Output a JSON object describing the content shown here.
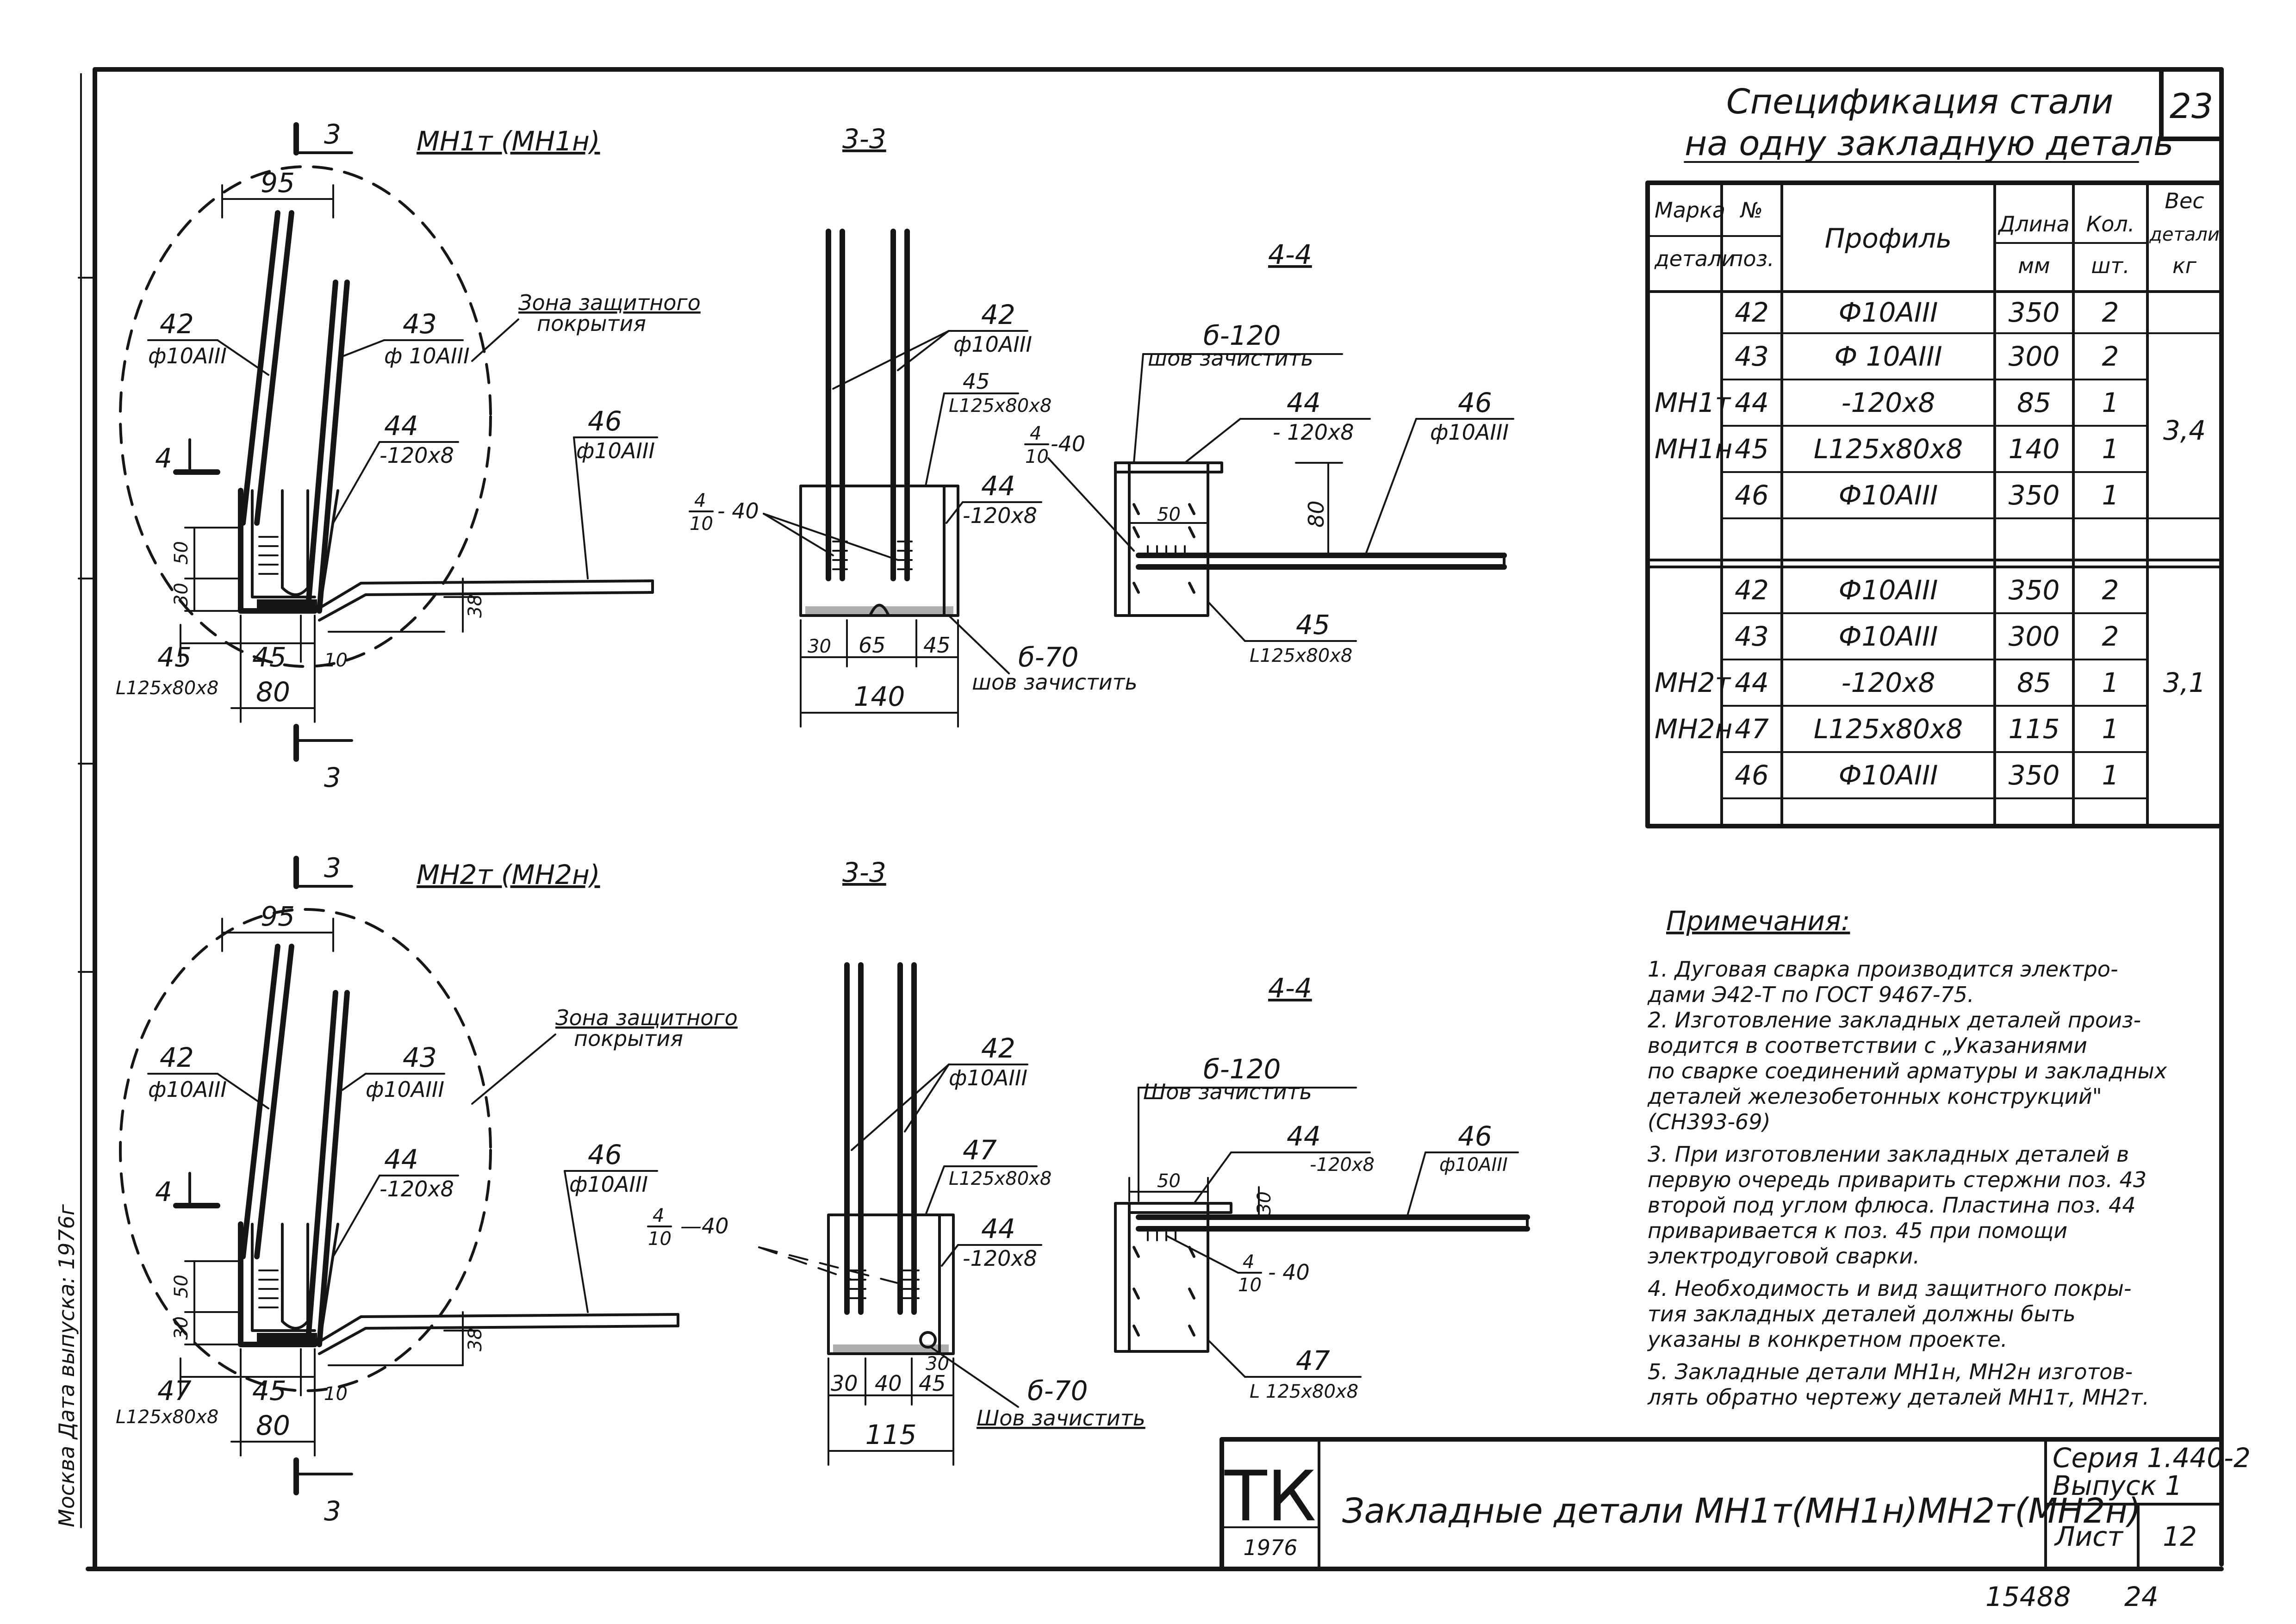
{
  "sheet_number": "23",
  "margin_note": "Москва  Дата выпуска: 1976г",
  "views": [
    {
      "mark_label": "МН1т (МН1н)",
      "section_3": "3",
      "section_4": "4",
      "section_33": "3-3",
      "section_44": "4-4",
      "zone_label": [
        "Зона защитного",
        "покрытия"
      ],
      "dims": {
        "w95": "95",
        "d30": "30",
        "d50": "50",
        "d45": "45",
        "d45b": "45",
        "d10": "10",
        "d80": "80",
        "d38": "38"
      },
      "callouts": {
        "p42": "42",
        "p42s": "ф10АIII",
        "p43": "43",
        "p43s": "ф 10АIII",
        "p44": "44",
        "p44s": "-120х8",
        "p46": "46",
        "p46s": "ф10АIII",
        "angle_pos": "45",
        "angle_size": "L125х80х8"
      },
      "sec33": {
        "p42": "42",
        "p42s": "ф10АIII",
        "p_angle": "45",
        "p_angle_s": "L125х80х8",
        "p44": "44",
        "p44s": "-120х8",
        "weld_num": "4",
        "weld_den": "10",
        "weld_len": "- 40",
        "weld_b": "б-70",
        "weld_b_note": "шов зачистить",
        "dims": [
          "30",
          "65",
          "45"
        ],
        "total": "140"
      },
      "sec44": {
        "weld_top": "б-120",
        "weld_top_note": "шов зачистить",
        "p44": "44",
        "p44s": "- 120х8",
        "p46": "46",
        "p46s": "ф10АIII",
        "weld_num": "4",
        "weld_den": "10",
        "weld_len": "-40",
        "d50": "50",
        "d80": "80",
        "p_angle": "45",
        "p_angle_s": "L125х80х8"
      }
    },
    {
      "mark_label": "МН2т (МН2н)",
      "section_3": "3",
      "section_4": "4",
      "section_33": "3-3",
      "section_44": "4-4",
      "zone_label": [
        "Зона защитного",
        "покрытия"
      ],
      "dims": {
        "w95": "95",
        "d30": "30",
        "d50": "50",
        "d45": "45",
        "d45b": "47",
        "d10": "10",
        "d80": "80",
        "d38": "38"
      },
      "callouts": {
        "p42": "42",
        "p42s": "ф10АIII",
        "p43": "43",
        "p43s": "ф10АIII",
        "p44": "44",
        "p44s": "-120х8",
        "p46": "46",
        "p46s": "ф10АIII",
        "angle_pos": "47",
        "angle_size": "L125х80х8"
      },
      "sec33": {
        "p42": "42",
        "p42s": "ф10АIII",
        "p_angle": "47",
        "p_angle_s": "L125х80х8",
        "p44": "44",
        "p44s": "-120х8",
        "weld_num": "4",
        "weld_den": "10",
        "weld_len": "—40",
        "weld_b": "б-70",
        "weld_b_note": "Шов зачистить",
        "dims": [
          "30",
          "40",
          "45"
        ],
        "total": "115",
        "extra": "30"
      },
      "sec44": {
        "weld_top": "б-120",
        "weld_top_note": "Шов зачистить",
        "p44": "44",
        "p44s": "-120х8",
        "p46": "46",
        "p46s": "ф10АIII",
        "weld_num": "4",
        "weld_den": "10",
        "weld_len": "- 40",
        "d50": "50",
        "d80": "30",
        "p_angle": "47",
        "p_angle_s": "L 125х80х8"
      }
    }
  ],
  "spec": {
    "title": [
      "Спецификация стали",
      "на одну закладную деталь"
    ],
    "headers": [
      [
        "Марка",
        "детали"
      ],
      [
        "№",
        "поз."
      ],
      [
        "Профиль"
      ],
      [
        "Длина",
        "мм"
      ],
      [
        "Кол.",
        "шт."
      ],
      [
        "Вес",
        "детали",
        "кг"
      ]
    ],
    "groups": [
      {
        "marks": [
          "МН1т",
          "МН1н"
        ],
        "weight": "3,4",
        "rows": [
          {
            "pos": "42",
            "profile": "Ф10АIII",
            "length": "350",
            "qty": "2"
          },
          {
            "pos": "43",
            "profile": "Ф 10АIII",
            "length": "300",
            "qty": "2"
          },
          {
            "pos": "44",
            "profile": "-120х8",
            "length": "85",
            "qty": "1"
          },
          {
            "pos": "45",
            "profile": "L125х80х8",
            "length": "140",
            "qty": "1"
          },
          {
            "pos": "46",
            "profile": "Ф10АIII",
            "length": "350",
            "qty": "1"
          }
        ]
      },
      {
        "marks": [
          "МН2т",
          "МН2н"
        ],
        "weight": "3,1",
        "rows": [
          {
            "pos": "42",
            "profile": "Ф10АIII",
            "length": "350",
            "qty": "2"
          },
          {
            "pos": "43",
            "profile": "Ф10АIII",
            "length": "300",
            "qty": "2"
          },
          {
            "pos": "44",
            "profile": "-120х8",
            "length": "85",
            "qty": "1"
          },
          {
            "pos": "47",
            "profile": "L125х80х8",
            "length": "115",
            "qty": "1"
          },
          {
            "pos": "46",
            "profile": "Ф10АIII",
            "length": "350",
            "qty": "1"
          }
        ]
      }
    ]
  },
  "notes": {
    "title": "Примечания:",
    "lines": [
      "1. Дуговая сварка производится электро-",
      "    дами Э42-Т по ГОСТ 9467-75.",
      "2. Изготовление закладных деталей произ-",
      "    водится в соответствии с „Указаниями",
      "    по сварке соединений арматуры и закладных",
      "    деталей железобетонных конструкций\"",
      "    (СН393-69)",
      "3. При изготовлении закладных деталей в",
      "    первую очередь приварить стержни поз. 43",
      "    второй под углом флюса. Пластина поз. 44",
      "    приваривается к поз. 45 при помощи",
      "    электродуговой сварки.",
      "4. Необходимость и вид защитного покры-",
      "    тия закладных деталей должны быть",
      "    указаны в конкретном проекте.",
      "5. Закладные детали МН1н, МН2н изготов-",
      "    лять обратно чертежу деталей МН1т, МН2т."
    ]
  },
  "title_block": {
    "logo": "ТК",
    "year": "1976",
    "title": "Закладные детали МН1т(МН1н)МН2т(МН2н)",
    "series": "Серия 1.440-2",
    "issue": "Выпуск 1",
    "sheet_label": "Лист",
    "sheet_no": "12"
  },
  "footer": {
    "code": "15488",
    "page": "24"
  }
}
